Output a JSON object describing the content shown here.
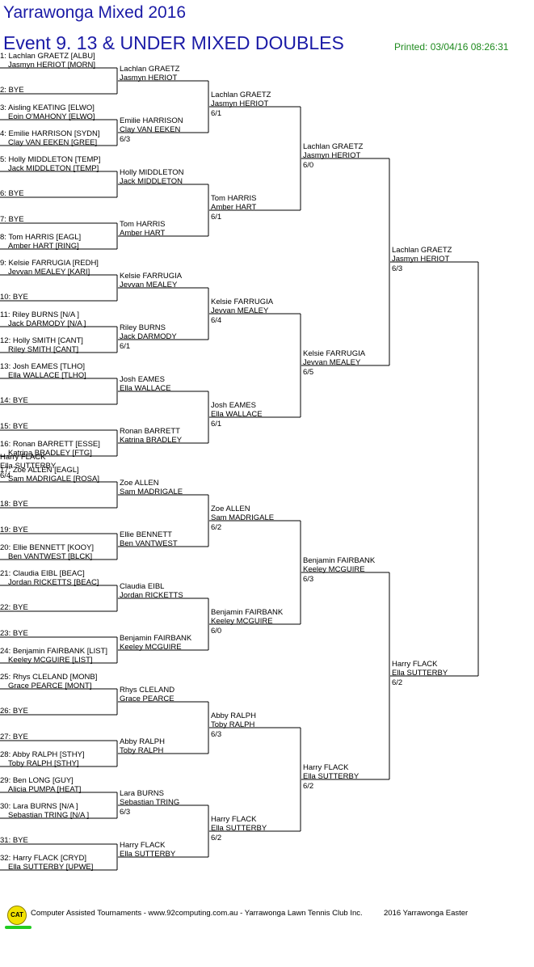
{
  "header": {
    "title": "Yarrawonga Mixed 2016",
    "event": "Event 9. 13 & UNDER MIXED DOUBLES",
    "printed": "Printed: 03/04/16 08:26:31"
  },
  "draw": [
    [
      "1: Lachlan GRAETZ [ALBU]",
      "Jasmyn HERIOT [MORN]"
    ],
    [
      "2: BYE"
    ],
    [
      "3: Aisling KEATING [ELWO]",
      "Eoin O'MAHONY [ELWO]"
    ],
    [
      "4: Emilie HARRISON [SYDN]",
      "Clay VAN  EEKEN [GREE]"
    ],
    [
      "5: Holly MIDDLETON [TEMP]",
      "Jack MIDDLETON [TEMP]"
    ],
    [
      "6: BYE"
    ],
    [
      "7: BYE"
    ],
    [
      "8: Tom HARRIS [EAGL]",
      "Amber HART [RING]"
    ],
    [
      "9: Kelsie FARRUGIA [REDH]",
      "Jevvan MEALEY [KARI]"
    ],
    [
      "10: BYE"
    ],
    [
      "11: Riley BURNS [N/A ]",
      "Jack DARMODY [N/A ]"
    ],
    [
      "12: Holly SMITH [CANT]",
      "Riley SMITH [CANT]"
    ],
    [
      "13: Josh EAMES [TLHO]",
      "Ella WALLACE [TLHO]"
    ],
    [
      "14: BYE"
    ],
    [
      "15: BYE"
    ],
    [
      "16: Ronan BARRETT [ESSE]",
      "Katrina BRADLEY [FTG]"
    ],
    [
      "17: Zoe ALLEN [EAGL]",
      "Sam MADRIGALE [ROSA]"
    ],
    [
      "18: BYE"
    ],
    [
      "19: BYE"
    ],
    [
      "20: Ellie BENNETT [KOOY]",
      "Ben VANTWEST [BLCK]"
    ],
    [
      "21: Claudia EIBL [BEAC]",
      "Jordan RICKETTS [BEAC]"
    ],
    [
      "22: BYE"
    ],
    [
      "23: BYE"
    ],
    [
      "24: Benjamin FAIRBANK [LIST]",
      "Keeley MCGUIRE [LIST]"
    ],
    [
      "25: Rhys CLELAND [MONB]",
      "Grace PEARCE [MONT]"
    ],
    [
      "26: BYE"
    ],
    [
      "27: BYE"
    ],
    [
      "28: Abby RALPH [STHY]",
      "Toby RALPH [STHY]"
    ],
    [
      "29: Ben LONG [GUY]",
      "Alicia PUMPA [HEAT]"
    ],
    [
      "30: Lara BURNS [N/A ]",
      "Sebastian TRING [N/A ]"
    ],
    [
      "31: BYE"
    ],
    [
      "32: Harry FLACK [CRYD]",
      "Ella SUTTERBY [UPWE]"
    ]
  ],
  "rounds": [
    [
      {
        "names": [
          "Lachlan GRAETZ",
          "Jasmyn HERIOT"
        ],
        "score": ""
      },
      {
        "names": [
          "Emilie HARRISON",
          "Clay VAN  EEKEN"
        ],
        "score": "6/3"
      },
      {
        "names": [
          "Holly MIDDLETON",
          "Jack MIDDLETON"
        ],
        "score": ""
      },
      {
        "names": [
          "Tom HARRIS",
          "Amber HART"
        ],
        "score": ""
      },
      {
        "names": [
          "Kelsie FARRUGIA",
          "Jevvan MEALEY"
        ],
        "score": ""
      },
      {
        "names": [
          "Riley BURNS",
          "Jack DARMODY"
        ],
        "score": "6/1"
      },
      {
        "names": [
          "Josh EAMES",
          "Ella WALLACE"
        ],
        "score": ""
      },
      {
        "names": [
          "Ronan BARRETT",
          "Katrina BRADLEY"
        ],
        "score": ""
      },
      {
        "names": [
          "Zoe ALLEN",
          "Sam MADRIGALE"
        ],
        "score": ""
      },
      {
        "names": [
          "Ellie BENNETT",
          "Ben VANTWEST"
        ],
        "score": ""
      },
      {
        "names": [
          "Claudia EIBL",
          "Jordan RICKETTS"
        ],
        "score": ""
      },
      {
        "names": [
          "Benjamin FAIRBANK",
          "Keeley MCGUIRE"
        ],
        "score": ""
      },
      {
        "names": [
          "Rhys CLELAND",
          "Grace PEARCE"
        ],
        "score": ""
      },
      {
        "names": [
          "Abby RALPH",
          "Toby RALPH"
        ],
        "score": ""
      },
      {
        "names": [
          "Lara BURNS",
          "Sebastian TRING"
        ],
        "score": "6/3"
      },
      {
        "names": [
          "Harry FLACK",
          "Ella SUTTERBY"
        ],
        "score": ""
      }
    ],
    [
      {
        "names": [
          "Lachlan GRAETZ",
          "Jasmyn HERIOT"
        ],
        "score": "6/1"
      },
      {
        "names": [
          "Tom HARRIS",
          "Amber HART"
        ],
        "score": "6/1"
      },
      {
        "names": [
          "Kelsie FARRUGIA",
          "Jevvan MEALEY"
        ],
        "score": "6/4"
      },
      {
        "names": [
          "Josh EAMES",
          "Ella WALLACE"
        ],
        "score": "6/1"
      },
      {
        "names": [
          "Zoe ALLEN",
          "Sam MADRIGALE"
        ],
        "score": "6/2"
      },
      {
        "names": [
          "Benjamin FAIRBANK",
          "Keeley MCGUIRE"
        ],
        "score": "6/0"
      },
      {
        "names": [
          "Abby RALPH",
          "Toby RALPH"
        ],
        "score": "6/3"
      },
      {
        "names": [
          "Harry FLACK",
          "Ella SUTTERBY"
        ],
        "score": "6/2"
      }
    ],
    [
      {
        "names": [
          "Lachlan GRAETZ",
          "Jasmyn HERIOT"
        ],
        "score": "6/0"
      },
      {
        "names": [
          "Kelsie FARRUGIA",
          "Jevvan MEALEY"
        ],
        "score": "6/5"
      },
      {
        "names": [
          "Benjamin FAIRBANK",
          "Keeley MCGUIRE"
        ],
        "score": "6/3"
      },
      {
        "names": [
          "Harry FLACK",
          "Ella SUTTERBY"
        ],
        "score": "6/2"
      }
    ],
    [
      {
        "names": [
          "Lachlan GRAETZ",
          "Jasmyn HERIOT"
        ],
        "score": "6/3"
      },
      {
        "names": [
          "Harry FLACK",
          "Ella SUTTERBY"
        ],
        "score": "6/2"
      }
    ],
    [
      {
        "names": [
          "Harry FLACK",
          "Ella SUTTERBY"
        ],
        "score": "6/4"
      }
    ]
  ],
  "footer": {
    "logo_text": "CAT",
    "credit": "Computer Assisted Tournaments - www.92computing.com.au -  Yarrawonga Lawn Tennis Club Inc.",
    "event_name": "2016 Yarrawonga Easter"
  },
  "colors": {
    "title": "#1a1aa6",
    "printed": "#1e8a1e",
    "logo": "#f2e200",
    "logo_bar": "#22cc22"
  }
}
